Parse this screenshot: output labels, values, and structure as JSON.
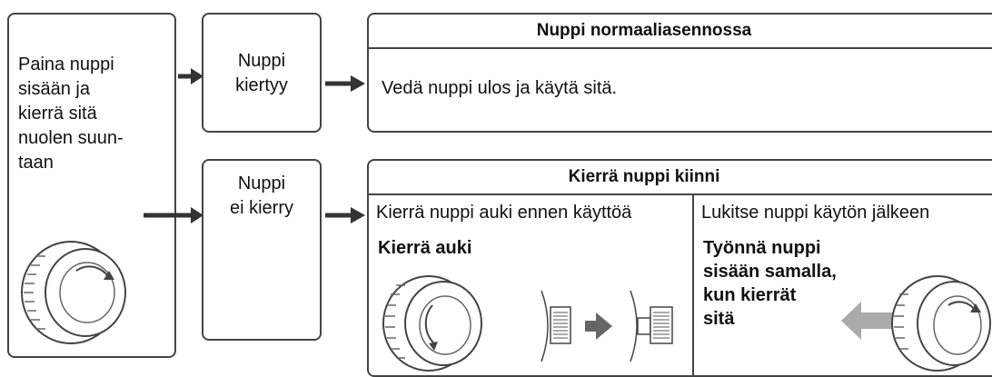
{
  "step1": {
    "lines": [
      "Paina nuppi",
      "sisään ja",
      "kierrä sitä",
      "nuolen suun-",
      "taan"
    ]
  },
  "branch_turns": {
    "lines": [
      "Nuppi",
      "kiertyy"
    ]
  },
  "branch_not_turn": {
    "lines": [
      "Nuppi",
      "ei kierry"
    ]
  },
  "normal": {
    "title": "Nuppi normaaliasennossa",
    "text": "Vedä nuppi ulos ja käytä sitä."
  },
  "screw_in": {
    "title": "Kierrä nuppi kiinni",
    "left": {
      "text": "Kierrä nuppi auki ennen käyttöä",
      "action": "Kierrä auki"
    },
    "right": {
      "text": "Lukitse nuppi käytön jälkeen",
      "action_lines": [
        "Työnnä nuppi",
        "sisään samalla,",
        "kun kierrät",
        "sitä"
      ]
    }
  },
  "colors": {
    "stroke": "#444444",
    "arrow": "#333333",
    "push_arrow": "#aaaaaa"
  }
}
